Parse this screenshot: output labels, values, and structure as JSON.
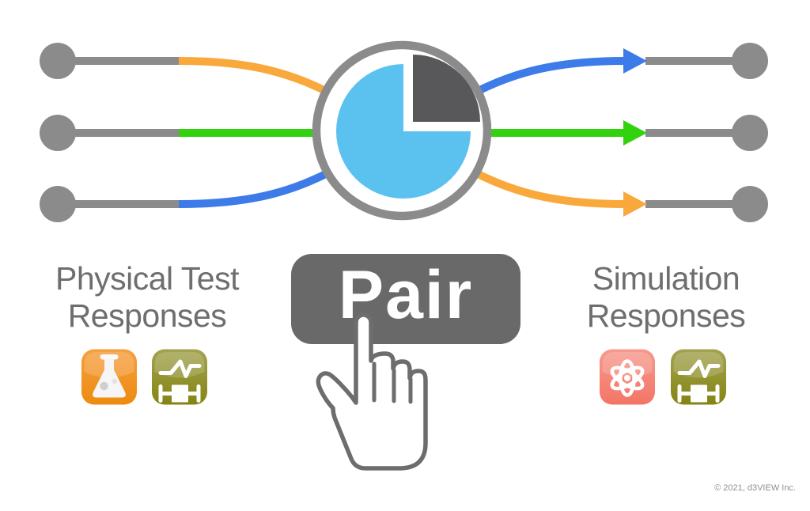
{
  "theme": {
    "gray": "#8B8B8B",
    "dark_gray": "#58585A",
    "line_orange": "#F9A93C",
    "line_green": "#33D20F",
    "line_blue": "#3D7CE8",
    "pie_blue": "#5BC2EF",
    "button_gray": "#696969",
    "text_gray": "#6E6E6E",
    "icon_orange_top": "#F5A041",
    "icon_orange_bottom": "#EE8A10",
    "icon_olive_top": "#A3A351",
    "icon_olive_bottom": "#858513",
    "icon_coral_top": "#F79A8E",
    "icon_coral_bottom": "#F37567"
  },
  "labels": {
    "left_line1": "Physical Test",
    "left_line2": "Responses",
    "right_line1": "Simulation",
    "right_line2": "Responses"
  },
  "button": {
    "label": "Pair"
  },
  "diagram": {
    "center_node": {
      "type": "pie-chart",
      "blue_share": "75%",
      "gray_share": "25%"
    },
    "left_inputs": 3,
    "right_outputs": 3,
    "left_icons": [
      "flask-icon",
      "response-curve-icon"
    ],
    "right_icons": [
      "atom-icon",
      "response-curve-icon"
    ]
  },
  "footer": {
    "copyright": "© 2021, d3VIEW Inc."
  }
}
